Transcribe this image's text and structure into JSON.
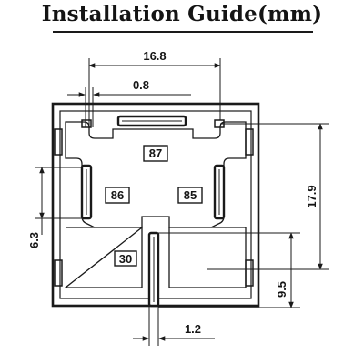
{
  "title": "Installation Guide(mm)",
  "dimensions": {
    "width": "16.8",
    "slot_width": "0.8",
    "height": "17.9",
    "side_offset": "6.3",
    "lower_height": "9.5",
    "pin_thickness": "1.2"
  },
  "pins": {
    "p87": "87",
    "p86": "86",
    "p85": "85",
    "p30": "30"
  },
  "colors": {
    "line": "#1a1a1a",
    "background": "#ffffff"
  }
}
